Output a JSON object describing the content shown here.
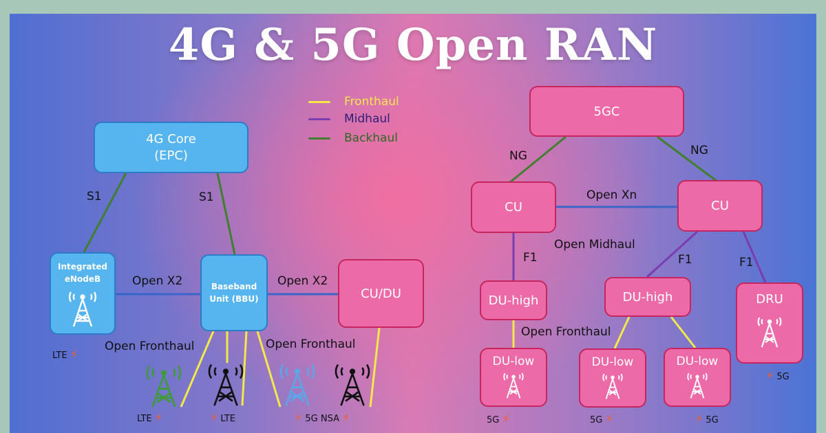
{
  "title": "4G & 5G Open RAN",
  "legend": [
    {
      "label": "Fronthaul",
      "color": "#f4e84a"
    },
    {
      "label": "Midhaul",
      "color": "#7a3db0"
    },
    {
      "label": "Backhaul",
      "color": "#3f7f2e"
    }
  ],
  "nodes": {
    "core4g": {
      "line1": "4G Core",
      "line2": "(EPC)"
    },
    "enodeb": {
      "line1": "Integrated",
      "line2": "eNodeB"
    },
    "bbu": {
      "line1": "Baseband",
      "line2": "Unit (BBU)"
    },
    "cudu": "CU/DU",
    "core5g": "5GC",
    "cu_left": "CU",
    "cu_right": "CU",
    "du_high_left": "DU-high",
    "du_high_right": "DU-high",
    "du_low_1": "DU-low",
    "du_low_2": "DU-low",
    "du_low_3": "DU-low",
    "dru": "DRU"
  },
  "links": {
    "s1_left": "S1",
    "s1_right": "S1",
    "open_x2_left": "Open X2",
    "open_x2_right": "Open X2",
    "open_fronthaul_left": "Open Fronthaul",
    "open_fronthaul_right": "Open Fronthaul",
    "ng_left": "NG",
    "ng_right": "NG",
    "open_xn": "Open Xn",
    "open_midhaul": "Open Midhaul",
    "f1_left": "F1",
    "f1_mid": "F1",
    "f1_right": "F1",
    "open_fronthaul_5g": "Open Fronthaul"
  },
  "captions": {
    "enodeb_lte": "LTE",
    "tower1": "LTE",
    "tower2": "LTE",
    "tower3": "5G NSA",
    "dulow1": "5G",
    "dulow2": "5G",
    "dulow3": "5G",
    "dru": "5G"
  },
  "icons": {
    "bolt": "⚡",
    "tower": "cell-tower-icon"
  },
  "colors": {
    "fronthaul": "#f4e84a",
    "midhaul": "#7a3db0",
    "backhaul": "#3f7f2e",
    "x_link": "#3a64c8",
    "box_blue": "#56b4ee",
    "box_pink": "#ec6aa8",
    "tower_green": "#3f9a3a",
    "tower_black": "#111111",
    "tower_blue": "#5aa6e8"
  }
}
